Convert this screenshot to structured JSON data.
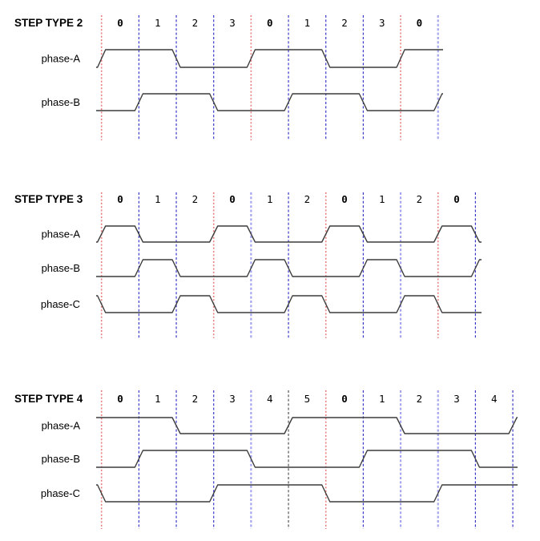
{
  "colors": {
    "background": "#ffffff",
    "wave": "#3c3c3c",
    "text": "#000000",
    "boundary_red": "#e87e7e",
    "boundary_blue": "#3a3ac8",
    "boundary_lightblue": "#a6a6f0",
    "boundary_black": "#555555"
  },
  "sections": [
    {
      "title": "STEP TYPE 2",
      "step_labels": [
        {
          "label": "0",
          "bold": true
        },
        {
          "label": "1",
          "bold": false
        },
        {
          "label": "2",
          "bold": false
        },
        {
          "label": "3",
          "bold": false
        },
        {
          "label": "0",
          "bold": true
        },
        {
          "label": "1",
          "bold": false
        },
        {
          "label": "2",
          "bold": false
        },
        {
          "label": "3",
          "bold": false
        },
        {
          "label": "0",
          "bold": true
        }
      ],
      "boundaries": [
        "red",
        "blue",
        "blue",
        "blue",
        "red",
        "blue",
        "blue",
        "blue",
        "red",
        "lightblue"
      ],
      "waves": [
        {
          "label": "phase-A",
          "initial": "low",
          "toggles": [
            0,
            2,
            4,
            6,
            8
          ]
        },
        {
          "label": "phase-B",
          "initial": "low",
          "toggles": [
            1,
            3,
            5,
            7,
            9
          ]
        }
      ]
    },
    {
      "title": "STEP TYPE 3",
      "step_labels": [
        {
          "label": "0",
          "bold": true
        },
        {
          "label": "1",
          "bold": false
        },
        {
          "label": "2",
          "bold": false
        },
        {
          "label": "0",
          "bold": true
        },
        {
          "label": "1",
          "bold": false
        },
        {
          "label": "2",
          "bold": false
        },
        {
          "label": "0",
          "bold": true
        },
        {
          "label": "1",
          "bold": false
        },
        {
          "label": "2",
          "bold": false
        },
        {
          "label": "0",
          "bold": true
        }
      ],
      "boundaries": [
        "red",
        "blue",
        "blue",
        "red",
        "lightblue",
        "blue",
        "red",
        "blue",
        "lightblue",
        "red",
        "blue"
      ],
      "waves": [
        {
          "label": "phase-A",
          "initial": "low",
          "toggles": [
            0,
            1,
            3,
            4,
            6,
            7,
            9,
            10
          ]
        },
        {
          "label": "phase-B",
          "initial": "low",
          "toggles": [
            1,
            2,
            4,
            5,
            7,
            8,
            10
          ]
        },
        {
          "label": "phase-C",
          "initial": "high",
          "toggles": [
            0,
            2,
            3,
            5,
            6,
            8,
            9
          ]
        }
      ]
    },
    {
      "title": "STEP TYPE 4",
      "step_labels": [
        {
          "label": "0",
          "bold": true
        },
        {
          "label": "1",
          "bold": false
        },
        {
          "label": "2",
          "bold": false
        },
        {
          "label": "3",
          "bold": false
        },
        {
          "label": "4",
          "bold": false
        },
        {
          "label": "5",
          "bold": false
        },
        {
          "label": "0",
          "bold": true
        },
        {
          "label": "1",
          "bold": false
        },
        {
          "label": "2",
          "bold": false
        },
        {
          "label": "3",
          "bold": false
        },
        {
          "label": "4",
          "bold": false
        }
      ],
      "boundaries": [
        "red",
        "blue",
        "blue",
        "blue",
        "lightblue",
        "black",
        "red",
        "blue",
        "lightblue",
        "lightblue",
        "blue",
        "blue"
      ],
      "waves": [
        {
          "label": "phase-A",
          "initial": "high",
          "toggles": [
            2,
            5,
            8,
            11
          ]
        },
        {
          "label": "phase-B",
          "initial": "low",
          "toggles": [
            1,
            4,
            7,
            10
          ]
        },
        {
          "label": "phase-C",
          "initial": "high",
          "toggles": [
            0,
            3,
            6,
            9
          ]
        }
      ]
    }
  ]
}
